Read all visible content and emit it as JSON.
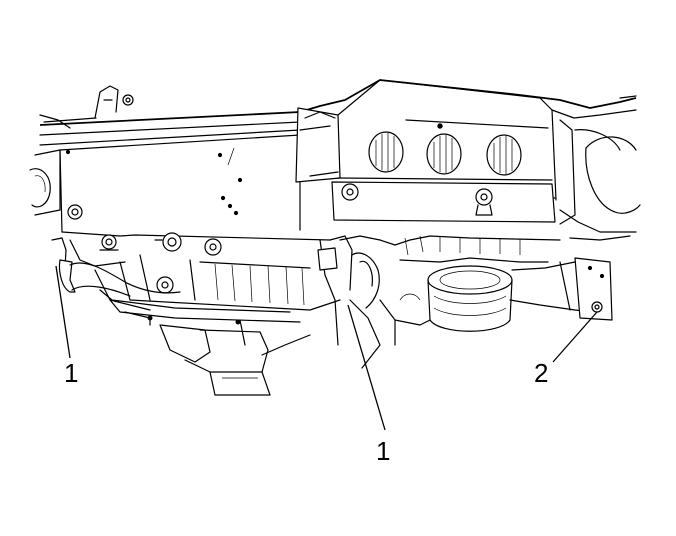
{
  "callouts": [
    {
      "id": "callout-1-left",
      "label": "1"
    },
    {
      "id": "callout-1-center",
      "label": "1"
    },
    {
      "id": "callout-2-right",
      "label": "2"
    }
  ],
  "colors": {
    "line": "#000000",
    "background": "#ffffff"
  }
}
